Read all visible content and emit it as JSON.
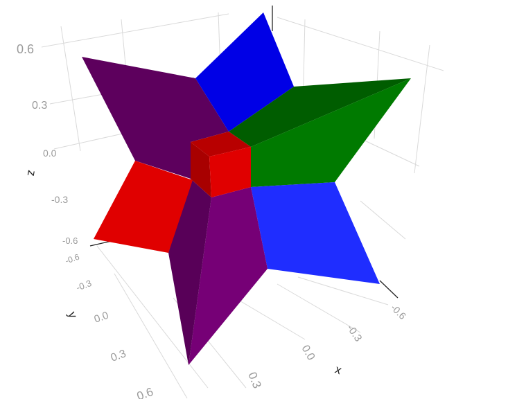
{
  "chart_data": {
    "type": "mesh3d",
    "axes": {
      "x": {
        "title": "x",
        "ticks": [
          "-0.6",
          "-0.3",
          "0.0",
          "0.3"
        ]
      },
      "y": {
        "title": "y",
        "ticks": [
          "-0.6",
          "-0.3",
          "0.0",
          "0.3",
          "0.6"
        ]
      },
      "z": {
        "title": "z",
        "ticks": [
          "0.6",
          "0.3",
          "0.0",
          "-0.3",
          "-0.6"
        ]
      }
    },
    "grid": true,
    "colors": {
      "red": "#e00000",
      "red_dark": "#b80000",
      "red_darker": "#a80000",
      "green": "#007a00",
      "green_dark": "#005d00",
      "blue": "#0000e6",
      "blue_light": "#1f2dff",
      "purple": "#5d005d",
      "purple_light": "#760076",
      "purple_dark": "#580058",
      "grid": "#d9d9d9",
      "axis": "#222222",
      "tick": "#9a9a9a"
    }
  }
}
